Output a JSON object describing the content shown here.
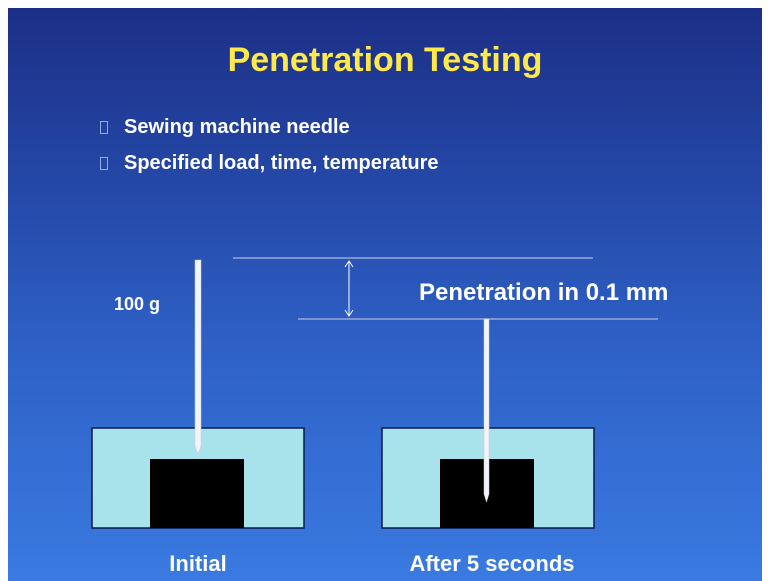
{
  "slide": {
    "title": "Penetration Testing",
    "bullets": [
      {
        "text": "Sewing machine needle"
      },
      {
        "text": "Specified load, time, temperature"
      }
    ]
  },
  "diagram": {
    "load_label": "100 g",
    "penetration_label": "Penetration in 0.1 mm",
    "initial_caption": "Initial",
    "after_caption": "After 5 seconds"
  },
  "colors": {
    "title": "#ffe84a",
    "container": "#a8e2ea",
    "sample": "#000000",
    "needle": "#f2f4f8",
    "guide_line": "#9ba6d6"
  }
}
